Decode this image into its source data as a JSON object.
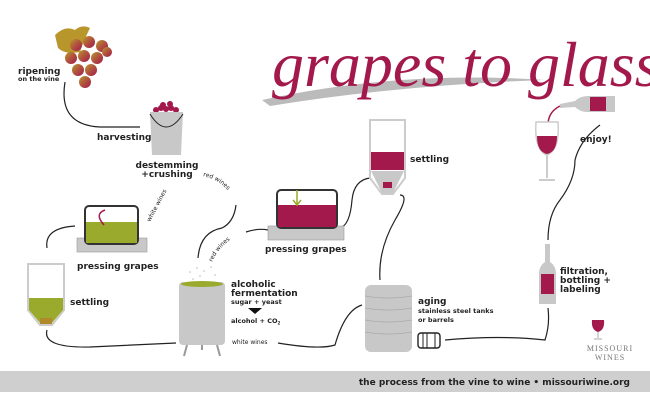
{
  "title": "grapes to glass",
  "colors": {
    "wine": "#a3194b",
    "white_wine": "#9aaa2c",
    "gray": "#c8c8c8",
    "line": "#222222"
  },
  "steps": {
    "ripening": {
      "label": "ripening",
      "sub": "on the vine",
      "icon": "grape-cluster-icon"
    },
    "harvesting": {
      "label": "harvesting",
      "icon": "bucket-icon"
    },
    "destemming": {
      "line1": "destemming",
      "line2": "+crushing"
    },
    "branch_red": "red wines",
    "branch_white": "white wines",
    "white_pressing": {
      "label": "pressing grapes",
      "icon": "wine-press-icon"
    },
    "white_settling": {
      "label": "settling",
      "icon": "settling-tank-icon"
    },
    "fermentation": {
      "line1": "alcoholic",
      "line2": "fermentation",
      "input": "sugar + yeast",
      "output": "alcohol + CO",
      "output_sub": "2",
      "white_branch": "white wines",
      "red_branch": "red wines",
      "icon": "fermentation-tank-icon"
    },
    "red_pressing": {
      "label": "pressing  grapes",
      "icon": "wine-press-icon"
    },
    "red_settling": {
      "label": "settling",
      "icon": "settling-tank-icon"
    },
    "aging": {
      "label": "aging",
      "sub1": "stainless steel tanks",
      "sub2": "or barrels",
      "icon": "steel-tank-icon"
    },
    "filtration": {
      "line1": "filtration,",
      "line2": "bottling +",
      "line3": "labeling",
      "icon": "wine-bottle-icon"
    },
    "enjoy": {
      "label": "enjoy!",
      "icon": "wine-glass-icon"
    }
  },
  "logo": {
    "line1": "MISSOURI",
    "line2": "WINES"
  },
  "footer": "the process from the vine to wine • missouriwine.org"
}
